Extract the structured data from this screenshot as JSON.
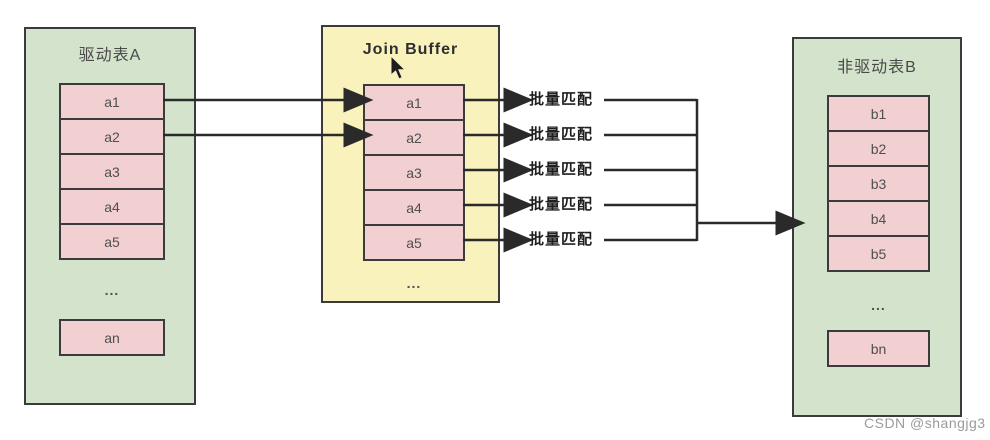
{
  "tableA": {
    "title": "驱动表A",
    "rows": [
      "a1",
      "a2",
      "a3",
      "a4",
      "a5"
    ],
    "ellipsis": "...",
    "last_row": "an"
  },
  "joinBuffer": {
    "title": "Join Buffer",
    "rows": [
      "a1",
      "a2",
      "a3",
      "a4",
      "a5"
    ],
    "ellipsis": "..."
  },
  "tableB": {
    "title": "非驱动表B",
    "rows": [
      "b1",
      "b2",
      "b3",
      "b4",
      "b5"
    ],
    "ellipsis": "...",
    "last_row": "bn"
  },
  "matchLabels": [
    "批量匹配",
    "批量匹配",
    "批量匹配",
    "批量匹配",
    "批量匹配"
  ],
  "watermark": "CSDN @shangjg3",
  "colors": {
    "table_fill": "#d4e4cc",
    "buffer_fill": "#f9f2bd",
    "row_fill": "#f2d0d2",
    "border": "#3b3b3b",
    "line": "#2a2a2a",
    "watermark": "#9b9b9b"
  }
}
